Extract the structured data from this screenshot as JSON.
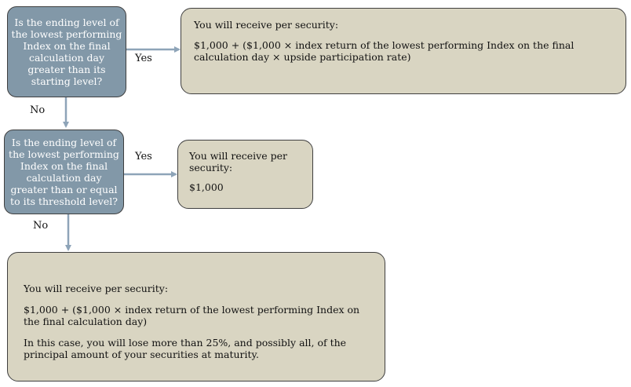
{
  "decision1": {
    "text": "Is the ending level of the lowest performing Index on the final calculation day greater than its starting level?",
    "yes_label": "Yes",
    "no_label": "No"
  },
  "outcome1": {
    "heading": "You will receive per security:",
    "body": "$1,000 + ($1,000 × index return of the lowest performing Index on the final calculation day × upside participation rate)"
  },
  "decision2": {
    "text": "Is the ending level of the lowest performing Index on the final calculation day greater than or equal to its threshold level?",
    "yes_label": "Yes",
    "no_label": "No"
  },
  "outcome2": {
    "heading": "You will receive per security:",
    "body": "$1,000"
  },
  "outcome3": {
    "heading": "You will receive per security:",
    "body": "$1,000 + ($1,000 × index return of the lowest performing Index on the final calculation day)",
    "note": "In this case, you will lose more than 25%, and possibly all, of the principal amount of your securities at maturity."
  },
  "colors": {
    "decision_fill": "#8298a8",
    "outcome_fill": "#d9d5c2",
    "arrow": "#8ea4b8",
    "border": "#3f3f3f"
  }
}
